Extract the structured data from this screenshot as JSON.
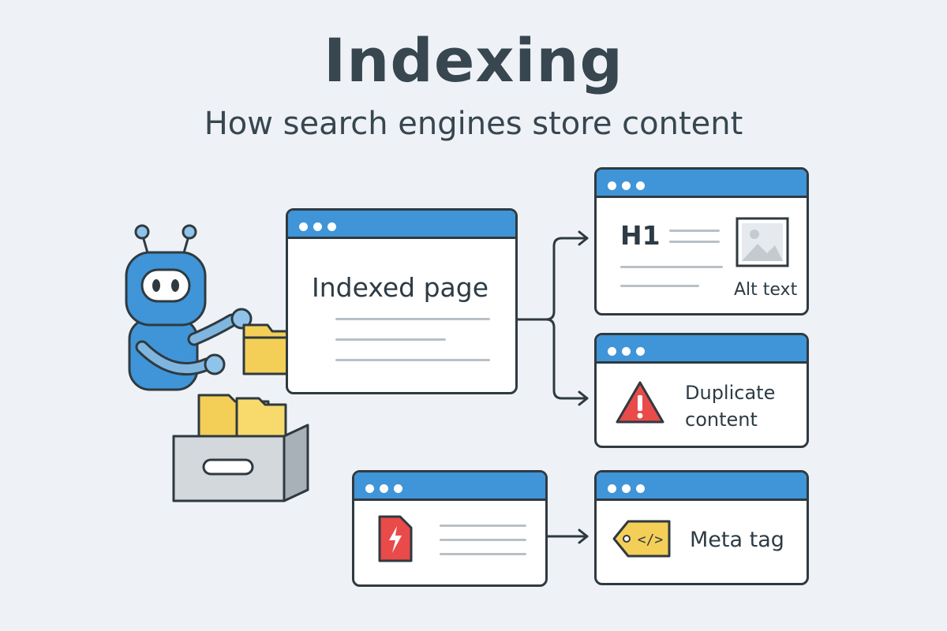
{
  "header": {
    "title": "Indexing",
    "subtitle": "How search engines store content"
  },
  "windows": {
    "main": {
      "label": "Indexed page"
    },
    "structure": {
      "heading": "H1",
      "image_caption": "Alt text"
    },
    "duplicate": {
      "label": "Duplicate content"
    },
    "meta": {
      "label": "Meta tag"
    }
  },
  "colors": {
    "background": "#eef2f7",
    "accent_blue": "#3f95d8",
    "folder_yellow": "#f4cf58",
    "warning_red": "#e94a4a",
    "outline": "#2f3a40"
  },
  "icons": {
    "robot": "robot-icon",
    "folder": "folder-icon",
    "drawer": "drawer-icon",
    "image": "image-placeholder-icon",
    "warning": "warning-icon",
    "amp": "lightning-document-icon",
    "tag": "code-tag-icon"
  }
}
